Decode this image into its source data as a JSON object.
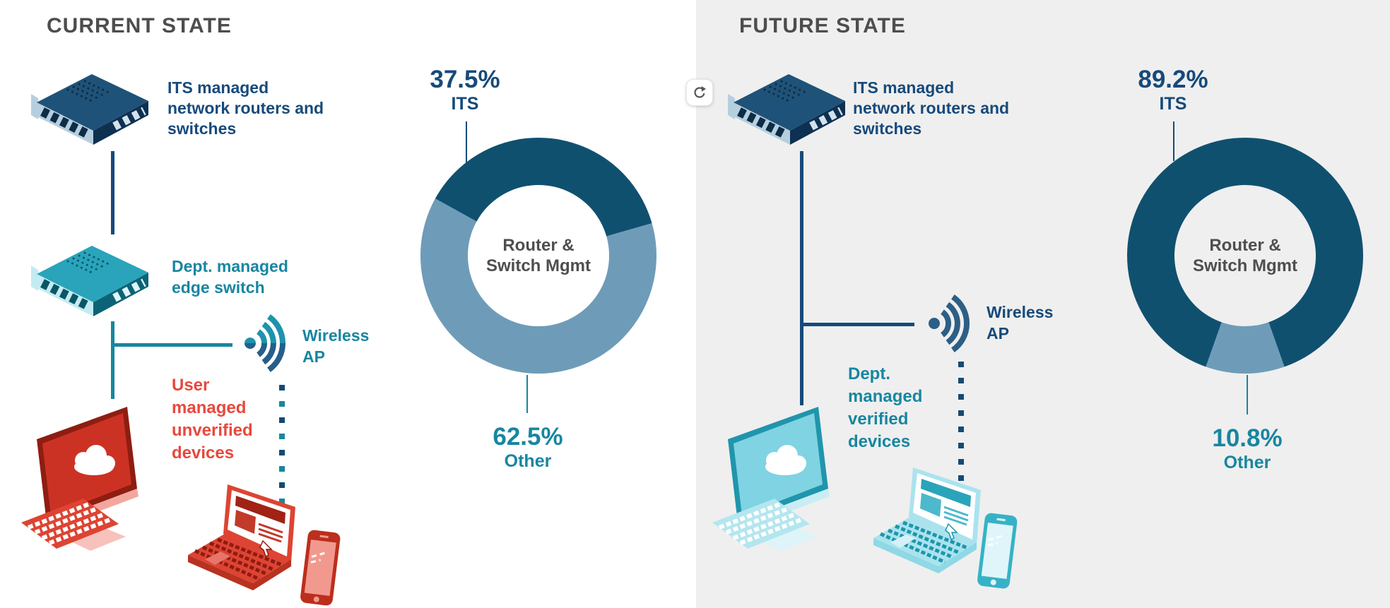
{
  "current": {
    "title": "CURRENT STATE",
    "router_label": "ITS managed\nnetwork routers and\nswitches",
    "switch_label": "Dept. managed\nedge switch",
    "wireless_label": "Wireless\nAP",
    "devices_label": "User\nmanaged\nunverified\ndevices",
    "donut": {
      "its_pct": "37.5%",
      "its_name": "ITS",
      "other_pct": "62.5%",
      "other_name": "Other",
      "center_label": "Router &\nSwitch Mgmt"
    }
  },
  "future": {
    "title": "FUTURE STATE",
    "router_label": "ITS managed\nnetwork routers and\nswitches",
    "wireless_label": "Wireless\nAP",
    "devices_label": "Dept.\nmanaged\nverified\ndevices",
    "donut": {
      "its_pct": "89.2%",
      "its_name": "ITS",
      "other_pct": "10.8%",
      "other_name": "Other",
      "center_label": "Router &\nSwitch Mgmt"
    }
  },
  "controls": {
    "refresh_icon": "refresh"
  },
  "colors": {
    "navy_text": "#164a7b",
    "teal_text": "#1886a0",
    "red_text": "#e8483b",
    "title_gray": "#4d4d4d",
    "donut_its": "#10506f",
    "donut_other": "#6e9cb8",
    "panel_bg_right": "#efefef"
  },
  "chart_data": [
    {
      "type": "pie",
      "title": "CURRENT STATE",
      "center_label": "Router & Switch Mgmt",
      "categories": [
        "ITS",
        "Other"
      ],
      "values": [
        37.5,
        62.5
      ],
      "unit": "%",
      "colors": {
        "ITS": "#10506f",
        "Other": "#6e9cb8"
      },
      "legend_position": "callout-labels"
    },
    {
      "type": "pie",
      "title": "FUTURE STATE",
      "center_label": "Router & Switch Mgmt",
      "categories": [
        "ITS",
        "Other"
      ],
      "values": [
        89.2,
        10.8
      ],
      "unit": "%",
      "colors": {
        "ITS": "#10506f",
        "Other": "#6e9cb8"
      },
      "legend_position": "callout-labels"
    }
  ]
}
